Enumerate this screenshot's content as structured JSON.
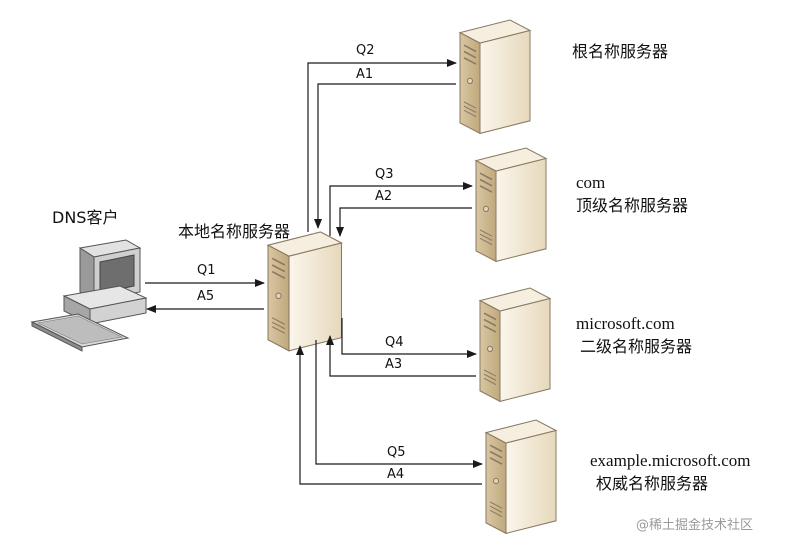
{
  "client": {
    "label": "DNS客户"
  },
  "local_server": {
    "label": "本地名称服务器"
  },
  "servers": {
    "root": {
      "label": "根名称服务器"
    },
    "com": {
      "line1": "com",
      "line2": "顶级名称服务器"
    },
    "microsoft": {
      "line1": "microsoft.com",
      "line2": "二级名称服务器"
    },
    "example": {
      "line1": "example.microsoft.com",
      "line2": "权威名称服务器"
    }
  },
  "messages": {
    "q1": "Q1",
    "a5": "A5",
    "q2": "Q2",
    "a1": "A1",
    "q3": "Q3",
    "a2": "A2",
    "q4": "Q4",
    "a3": "A3",
    "q5": "Q5",
    "a4": "A4"
  },
  "watermark": "@稀土掘金技术社区",
  "colors": {
    "server_front": "#f1e8d6",
    "server_side": "#d8c6a3",
    "server_top": "#f7f1e4",
    "outline": "#8a7a62",
    "arrow": "#1a1a1a"
  }
}
